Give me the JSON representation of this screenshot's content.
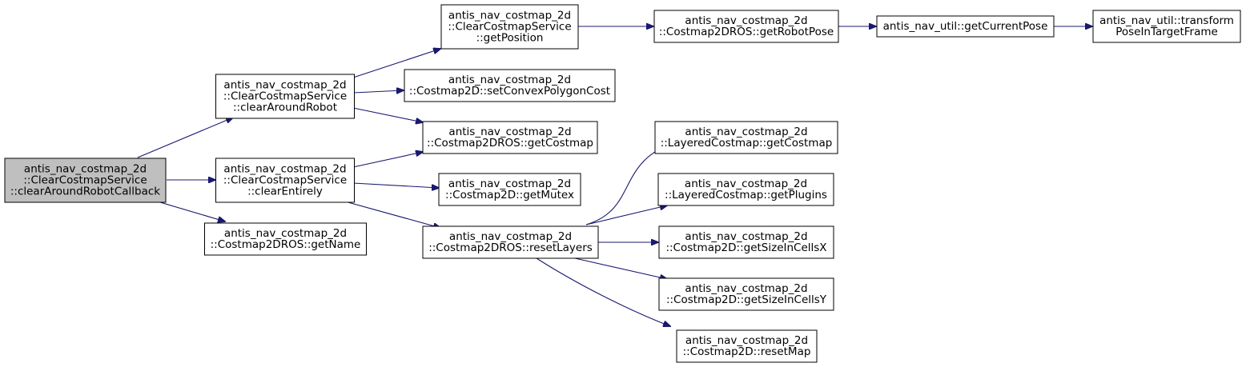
{
  "colors": {
    "edge": "#191970",
    "node_fill": "#ffffff",
    "root_fill": "#bfbfbf",
    "border": "#000000"
  },
  "nodes": {
    "root": [
      "antis_nav_costmap_2d",
      "::ClearCostmapService",
      "::clearAroundRobotCallback"
    ],
    "clear_around_robot": [
      "antis_nav_costmap_2d",
      "::ClearCostmapService",
      "::clearAroundRobot"
    ],
    "clear_entirely": [
      "antis_nav_costmap_2d",
      "::ClearCostmapService",
      "::clearEntirely"
    ],
    "get_name": [
      "antis_nav_costmap_2d",
      "::Costmap2DROS::getName"
    ],
    "get_position": [
      "antis_nav_costmap_2d",
      "::ClearCostmapService",
      "::getPosition"
    ],
    "set_convex": [
      "antis_nav_costmap_2d",
      "::Costmap2D::setConvexPolygonCost"
    ],
    "ros_get_costmap": [
      "antis_nav_costmap_2d",
      "::Costmap2DROS::getCostmap"
    ],
    "get_mutex": [
      "antis_nav_costmap_2d",
      "::Costmap2D::getMutex"
    ],
    "reset_layers": [
      "antis_nav_costmap_2d",
      "::Costmap2DROS::resetLayers"
    ],
    "get_robot_pose": [
      "antis_nav_costmap_2d",
      "::Costmap2DROS::getRobotPose"
    ],
    "get_current_pose": [
      "antis_nav_util::getCurrentPose"
    ],
    "transform_pose": [
      "antis_nav_util::transform",
      "PoseInTargetFrame"
    ],
    "layered_get_costmap": [
      "antis_nav_costmap_2d",
      "::LayeredCostmap::getCostmap"
    ],
    "get_plugins": [
      "antis_nav_costmap_2d",
      "::LayeredCostmap::getPlugins"
    ],
    "size_x": [
      "antis_nav_costmap_2d",
      "::Costmap2D::getSizeInCellsX"
    ],
    "size_y": [
      "antis_nav_costmap_2d",
      "::Costmap2D::getSizeInCellsY"
    ],
    "reset_map": [
      "antis_nav_costmap_2d",
      "::Costmap2D::resetMap"
    ]
  }
}
